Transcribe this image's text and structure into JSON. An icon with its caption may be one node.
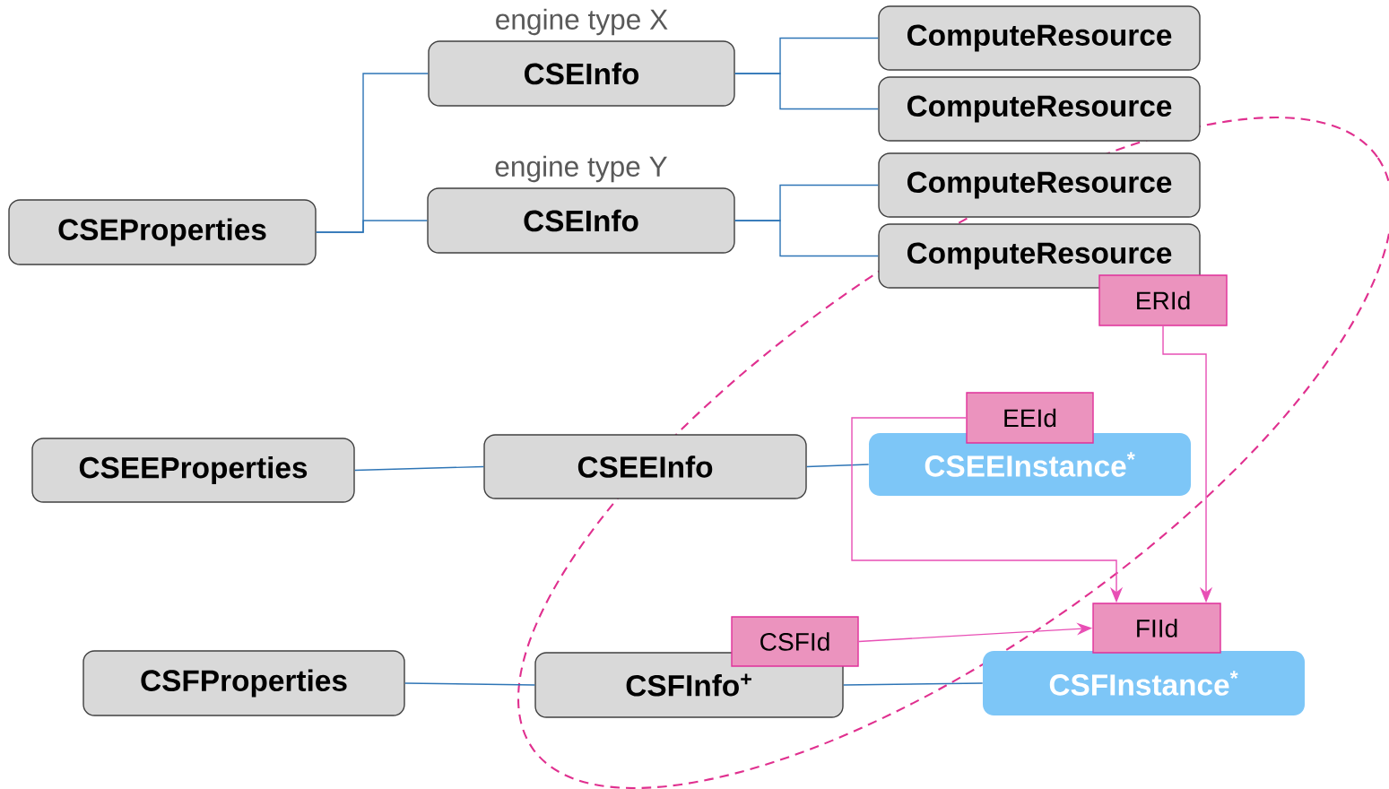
{
  "diagram": {
    "nodes": [
      {
        "text": [
          "CSEProperties"
        ]
      },
      {
        "text": [
          "CSEInfo"
        ],
        "beside": [
          "engine type X"
        ]
      },
      {
        "text": [
          "CSEInfo"
        ],
        "beside": [
          "engine type Y"
        ]
      },
      {
        "text": [
          "ComputeResource"
        ]
      },
      {
        "text": [
          "ComputeResource"
        ]
      },
      {
        "text": [
          "ComputeResource"
        ]
      },
      {
        "text": [
          "ComputeResource"
        ]
      },
      {
        "text": [
          "ERId"
        ]
      },
      {
        "text": [
          "CSEEProperties"
        ]
      },
      {
        "text": [
          "CSEEInfo"
        ]
      },
      {
        "text": [
          "CSEEInstance$^{*}$"
        ]
      },
      {
        "text": [
          "EEId"
        ]
      },
      {
        "text": [
          "CSFProperties"
        ]
      },
      {
        "text": [
          "CSFInfo$^{+}$"
        ]
      },
      {
        "text": [
          "CSFId"
        ]
      },
      {
        "text": [
          "CSFInstance$^{*}$"
        ]
      },
      {
        "text": [
          "FIId"
        ]
      }
    ],
    "edges": [
      {
        "from": 0,
        "to": 1,
        "arrow": "none"
      },
      {
        "from": 0,
        "to": 2,
        "arrow": "none"
      },
      {
        "from": 1,
        "to": 3,
        "arrow": "none"
      },
      {
        "from": 1,
        "to": 4,
        "arrow": "none"
      },
      {
        "from": 2,
        "to": 5,
        "arrow": "none"
      },
      {
        "from": 2,
        "to": 6,
        "arrow": "none"
      },
      {
        "from": 8,
        "to": 9,
        "arrow": "none"
      },
      {
        "from": 9,
        "to": 10,
        "arrow": "none"
      },
      {
        "from": 12,
        "to": 13,
        "arrow": "none"
      },
      {
        "from": 13,
        "to": 15,
        "arrow": "none"
      },
      {
        "from": 7,
        "to": 16,
        "arrow": "to",
        "color": "#e84fb5"
      },
      {
        "from": 11,
        "to": 16,
        "arrow": "to",
        "color": "#e84fb5"
      },
      {
        "from": 14,
        "to": 16,
        "arrow": "to",
        "color": "#e84fb5"
      }
    ]
  }
}
